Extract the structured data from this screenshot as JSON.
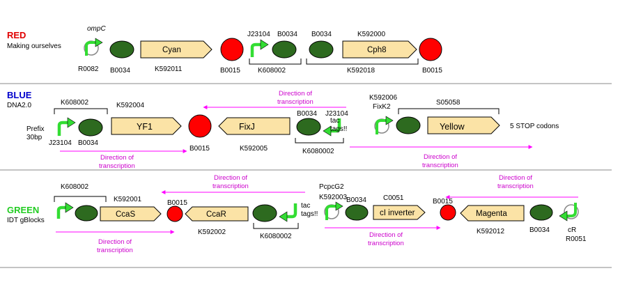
{
  "colors": {
    "red": "#e00000",
    "blue": "#0000cc",
    "green": "#22cc22",
    "cds_fill": "#fbe3a6",
    "rbs_fill": "#2d6a1f",
    "terminator": "#ff0000",
    "promoter_arrow": "#33dd33",
    "direction_arrow": "#ff00ff"
  },
  "icons": {
    "promoter": "bent-arrow-icon",
    "rbs": "ellipse-icon",
    "cds": "pentagon-arrow-icon",
    "terminator": "circle-icon",
    "inducible_promoter": "circular-arrow-icon"
  },
  "rows": {
    "red": {
      "title": "RED",
      "subtitle": "Making ourselves",
      "labels": {
        "ompc": "ompC",
        "r0082": "R0082",
        "b0034_a": "B0034",
        "cyan": "Cyan",
        "k592011": "K592011",
        "b0015_a": "B0015",
        "j23104": "J23104",
        "b0034_b": "B0034",
        "k608002": "K608002",
        "b0034_c": "B0034",
        "k592000": "K592000",
        "cph8": "Cph8",
        "k592018": "K592018",
        "b0015_b": "B0015"
      }
    },
    "blue": {
      "title": "BLUE",
      "subtitle": "DNA2.0",
      "labels": {
        "prefix": "Prefix",
        "bp": "30bp",
        "j23104": "J23104",
        "b0034_a": "B0034",
        "k608002": "K608002",
        "k592004": "K592004",
        "yf1": "YF1",
        "b0015": "B0015",
        "fixj": "FixJ",
        "k592005": "K592005",
        "b0034_b": "B0034",
        "j23104_b": "J23104",
        "tac": "tac",
        "tags": "tags!!",
        "k6080002": "K6080002",
        "k592006": "K592006",
        "fixk2": "FixK2",
        "s05058": "S05058",
        "yellow": "Yellow",
        "stop": "5 STOP codons",
        "dir_top_1": "Direction of",
        "dir_top_2": "transcription",
        "dir_left_1": "Direction of",
        "dir_left_2": "transcription",
        "dir_right_1": "Direction of",
        "dir_right_2": "transcription"
      }
    },
    "green": {
      "title": "GREEN",
      "subtitle": "IDT gBlocks",
      "labels": {
        "k608002": "K608002",
        "k592001": "K592001",
        "ccas": "CcaS",
        "b0015_a": "B0015",
        "ccar": "CcaR",
        "k592002": "K592002",
        "tac": "tac",
        "tags": "tags!!",
        "k6080002": "K6080002",
        "dir_1_1": "Direction of",
        "dir_1_2": "transcription",
        "dir_2_1": "Direction of",
        "dir_2_2": "transcription",
        "pcpcg2": "PcpcG2",
        "k592003": "K592003",
        "b0034_a": "B0034",
        "c0051": "C0051",
        "ci_inverter": "cI inverter",
        "b0015_b": "B0015",
        "magenta": "Magenta",
        "k592012": "K592012",
        "b0034_b": "B0034",
        "cr": "cR",
        "r0051": "R0051",
        "dir_3_1": "Direction of",
        "dir_3_2": "transcription",
        "dir_4_1": "Direction of",
        "dir_4_2": "transcription"
      }
    }
  }
}
